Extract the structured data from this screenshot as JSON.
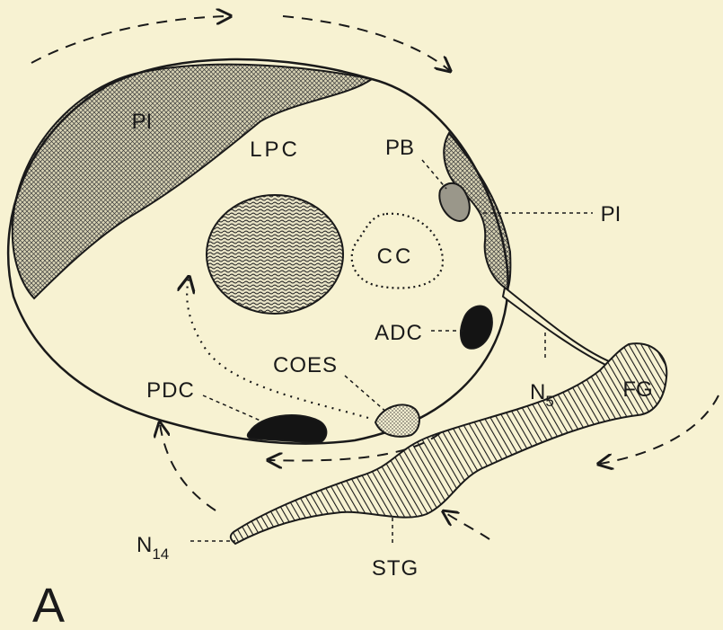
{
  "panel_letter": "A",
  "labels": {
    "pi_top": "PI",
    "lpc": "LPC",
    "pb": "PB",
    "pi_right": "PI",
    "cc": "CC",
    "adc": "ADC",
    "coes": "COES",
    "pdc": "PDC",
    "fg": "FG",
    "n5_main": "N",
    "n5_sub": "5",
    "n14_main": "N",
    "n14_sub": "14",
    "stg": "STG"
  },
  "colors": {
    "background": "#f7f2d2",
    "ink": "#1a1a1a"
  }
}
